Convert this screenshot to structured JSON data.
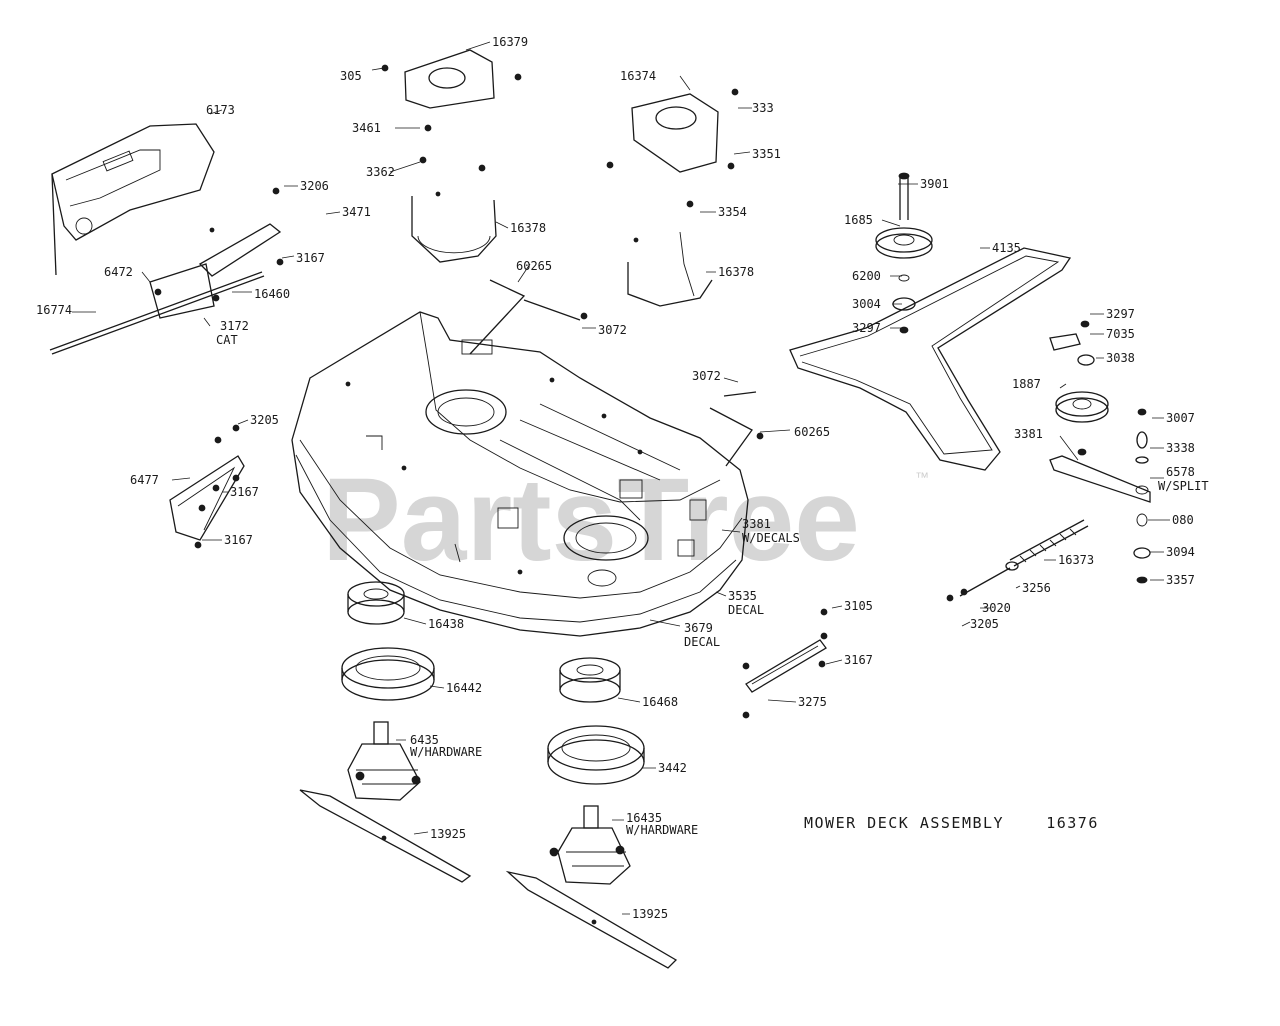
{
  "title": "MOWER DECK ASSEMBLY    16376",
  "watermark": "PartsTree",
  "watermark_tm": "™",
  "callouts": [
    "16379",
    "305",
    "3461",
    "3362",
    "16378",
    "16374",
    "333",
    "3351",
    "3354",
    "16378",
    "6173",
    "3206",
    "3471",
    "3167",
    "6472",
    "16460",
    "16774",
    "3172",
    "CAT",
    "60265",
    "3072",
    "3072",
    "60265",
    "3205",
    "6477",
    "3167",
    "3167",
    "3901",
    "1685",
    "6200",
    "3004",
    "3297",
    "4135",
    "3297",
    "7035",
    "3038",
    "1887",
    "3007",
    "3338",
    "3381",
    "6578",
    "W/SPLIT",
    "080",
    "3094",
    "3357",
    "3381",
    "W/DECALS",
    "3535",
    "DECAL",
    "3679",
    "DECAL",
    "16373",
    "3256",
    "3020",
    "3205",
    "3105",
    "3167",
    "3275",
    "16438",
    "16442",
    "16468",
    "3442",
    "6435",
    "W/HARDWARE",
    "13925",
    "16435",
    "W/HARDWARE",
    "13925"
  ]
}
